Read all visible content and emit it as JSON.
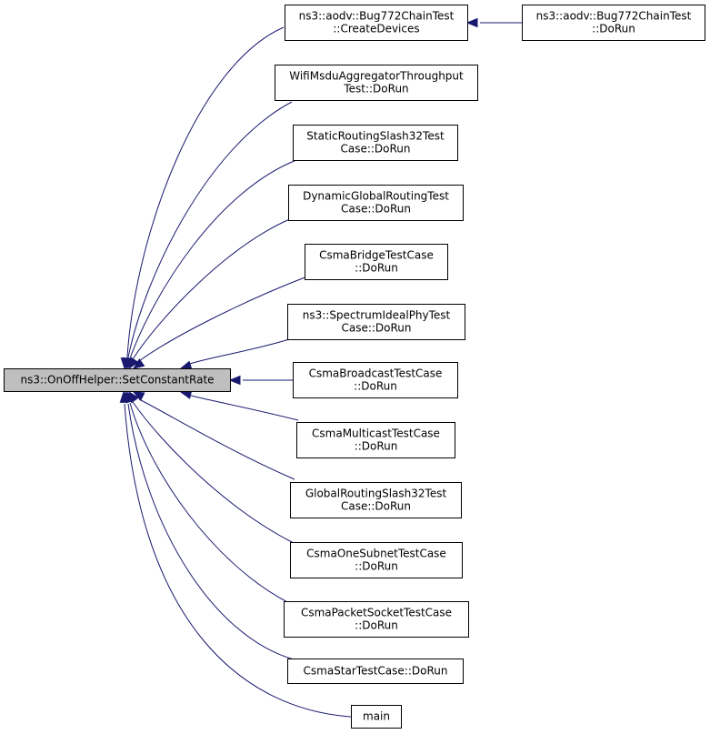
{
  "diagram": {
    "type": "call-graph",
    "colors": {
      "edge": "#191970",
      "root_fill": "#bfbfbf",
      "node_fill": "#ffffff",
      "border": "#000000"
    },
    "nodes": [
      {
        "id": "root",
        "lines": [
          "ns3::OnOffHelper::SetConstantRate"
        ]
      },
      {
        "id": "bug772-create",
        "lines": [
          "ns3::aodv::Bug772ChainTest",
          "::CreateDevices"
        ]
      },
      {
        "id": "bug772-dorun",
        "lines": [
          "ns3::aodv::Bug772ChainTest",
          "::DoRun"
        ]
      },
      {
        "id": "wifi-msdu",
        "lines": [
          "WifiMsduAggregatorThroughput",
          "Test::DoRun"
        ]
      },
      {
        "id": "static-routing",
        "lines": [
          "StaticRoutingSlash32Test",
          "Case::DoRun"
        ]
      },
      {
        "id": "dynamic-global",
        "lines": [
          "DynamicGlobalRoutingTest",
          "Case::DoRun"
        ]
      },
      {
        "id": "csma-bridge",
        "lines": [
          "CsmaBridgeTestCase",
          "::DoRun"
        ]
      },
      {
        "id": "spectrum-ideal",
        "lines": [
          "ns3::SpectrumIdealPhyTest",
          "Case::DoRun"
        ]
      },
      {
        "id": "csma-broadcast",
        "lines": [
          "CsmaBroadcastTestCase",
          "::DoRun"
        ]
      },
      {
        "id": "csma-multicast",
        "lines": [
          "CsmaMulticastTestCase",
          "::DoRun"
        ]
      },
      {
        "id": "global-routing",
        "lines": [
          "GlobalRoutingSlash32Test",
          "Case::DoRun"
        ]
      },
      {
        "id": "csma-one-subnet",
        "lines": [
          "CsmaOneSubnetTestCase",
          "::DoRun"
        ]
      },
      {
        "id": "csma-packet-socket",
        "lines": [
          "CsmaPacketSocketTestCase",
          "::DoRun"
        ]
      },
      {
        "id": "csma-star",
        "lines": [
          "CsmaStarTestCase::DoRun"
        ]
      },
      {
        "id": "main",
        "lines": [
          "main"
        ]
      }
    ],
    "edges": [
      {
        "from": "bug772-create",
        "to": "root"
      },
      {
        "from": "bug772-dorun",
        "to": "bug772-create"
      },
      {
        "from": "wifi-msdu",
        "to": "root"
      },
      {
        "from": "static-routing",
        "to": "root"
      },
      {
        "from": "dynamic-global",
        "to": "root"
      },
      {
        "from": "csma-bridge",
        "to": "root"
      },
      {
        "from": "spectrum-ideal",
        "to": "root"
      },
      {
        "from": "csma-broadcast",
        "to": "root"
      },
      {
        "from": "csma-multicast",
        "to": "root"
      },
      {
        "from": "global-routing",
        "to": "root"
      },
      {
        "from": "csma-one-subnet",
        "to": "root"
      },
      {
        "from": "csma-packet-socket",
        "to": "root"
      },
      {
        "from": "csma-star",
        "to": "root"
      },
      {
        "from": "main",
        "to": "root"
      }
    ]
  }
}
